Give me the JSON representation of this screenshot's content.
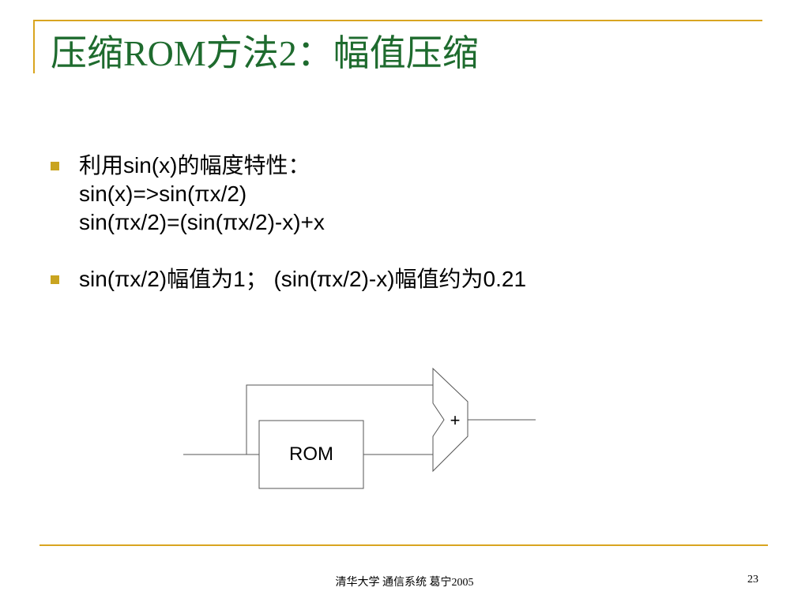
{
  "slide": {
    "title": "压缩ROM方法2：幅值压缩",
    "bullets": [
      {
        "lines": [
          "利用sin(x)的幅度特性：",
          "sin(x)=>sin(πx/2)",
          "sin(πx/2)=(sin(πx/2)-x)+x"
        ]
      },
      {
        "lines": [
          "sin(πx/2)幅值为1；  (sin(πx/2)-x)幅值约为0.21"
        ]
      }
    ],
    "diagram": {
      "rom_label": "ROM",
      "adder_label": "+"
    },
    "footer": "清华大学 通信系统 葛宁2005",
    "page_number": "23"
  },
  "colors": {
    "title": "#1e6b2e",
    "accent_lines": "#d9a520",
    "bullet_marker": "#c9a420",
    "diagram_lines": "#555555"
  }
}
